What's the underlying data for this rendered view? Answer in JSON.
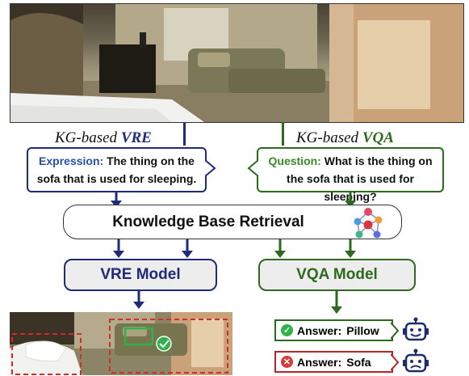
{
  "left": {
    "header_prefix": "KG-based ",
    "header_strong": "VRE",
    "expression_label": "Expression:",
    "expression_text": " The thing on the sofa that is used for sleeping.",
    "model_label": "VRE Model",
    "color": "#1f2a7a"
  },
  "right": {
    "header_prefix": "KG-based ",
    "header_strong": "VQA",
    "question_label": "Question:",
    "question_text": " What is the thing on the sofa that is used for sleeping?",
    "model_label": "VQA Model",
    "color": "#2d6a1e"
  },
  "kb": {
    "label": "Knowledge Base Retrieval"
  },
  "answers": [
    {
      "prefix": "Answer:",
      "value": "Pillow",
      "status": "correct",
      "color": "#2d6a1e"
    },
    {
      "prefix": "Answer:",
      "value": "Sofa",
      "status": "wrong",
      "color": "#b3262b"
    }
  ],
  "icons": [
    "photo-bedroom",
    "knowledge-graph-icon",
    "robot-happy-icon",
    "robot-sad-icon",
    "check-icon",
    "cross-icon"
  ]
}
